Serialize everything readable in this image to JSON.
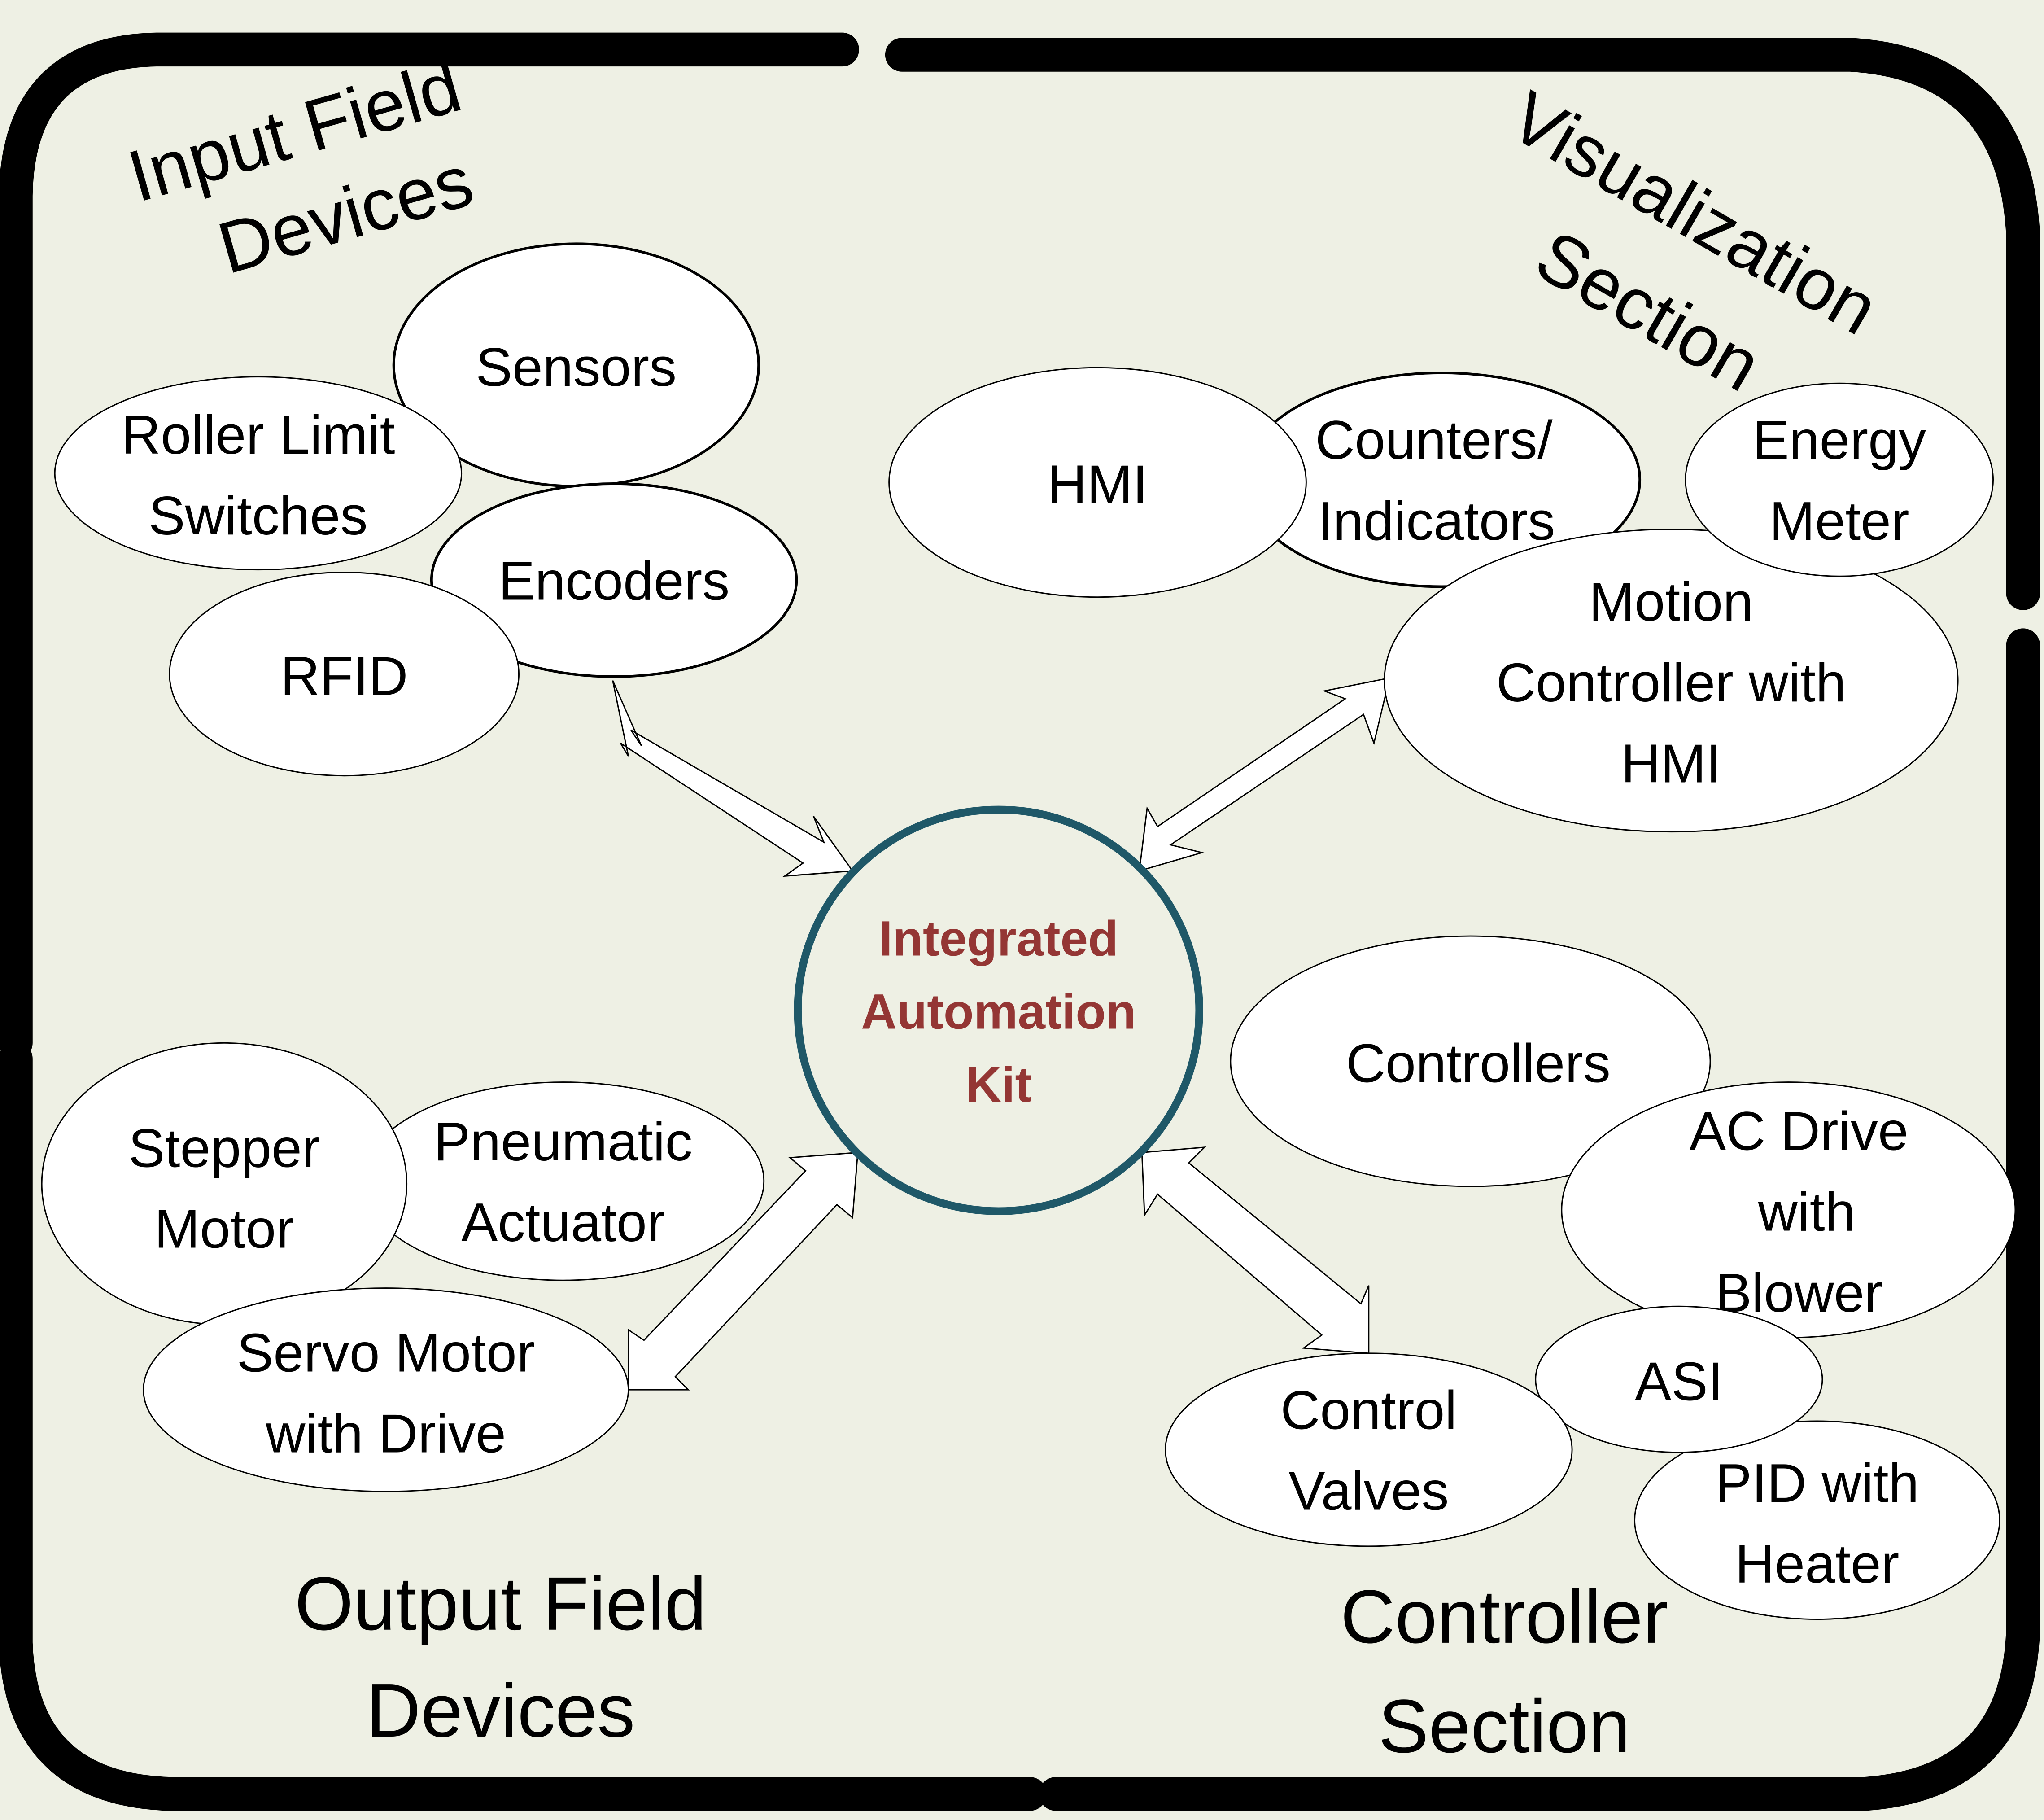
{
  "colors": {
    "background": "#eef0e4",
    "hub_ring": "#1f5868",
    "hub_text": "#943634",
    "node_fill": "#ffffff",
    "frame": "#000000"
  },
  "hub": {
    "lines": [
      "Integrated",
      "Automation",
      "Kit"
    ]
  },
  "sections": {
    "input": {
      "lines": [
        "Input Field",
        "Devices"
      ]
    },
    "visualization": {
      "lines": [
        "Visualization",
        "Section"
      ]
    },
    "output": {
      "lines": [
        "Output Field",
        "Devices"
      ]
    },
    "controller": {
      "lines": [
        "Controller",
        "Section"
      ]
    }
  },
  "nodes": {
    "sensors": [
      "Sensors"
    ],
    "roller_limit_switches": [
      "Roller Limit",
      "Switches"
    ],
    "encoders": [
      "Encoders"
    ],
    "rfid": [
      "RFID"
    ],
    "hmi": [
      "HMI"
    ],
    "counters_indicators": [
      "Counters/",
      "Indicators"
    ],
    "energy_meter": [
      "Energy",
      "Meter"
    ],
    "motion_controller": [
      "Motion",
      "Controller with",
      "HMI"
    ],
    "stepper_motor": [
      "Stepper",
      "Motor"
    ],
    "pneumatic_actuator": [
      "Pneumatic",
      "Actuator"
    ],
    "servo_motor": [
      "Servo Motor",
      "with Drive"
    ],
    "controllers": [
      "Controllers"
    ],
    "ac_drive": [
      "AC Drive",
      "with",
      "Blower"
    ],
    "asi": [
      "ASI"
    ],
    "control_valves": [
      "Control",
      "Valves"
    ],
    "pid_heater": [
      "PID with",
      "Heater"
    ]
  }
}
